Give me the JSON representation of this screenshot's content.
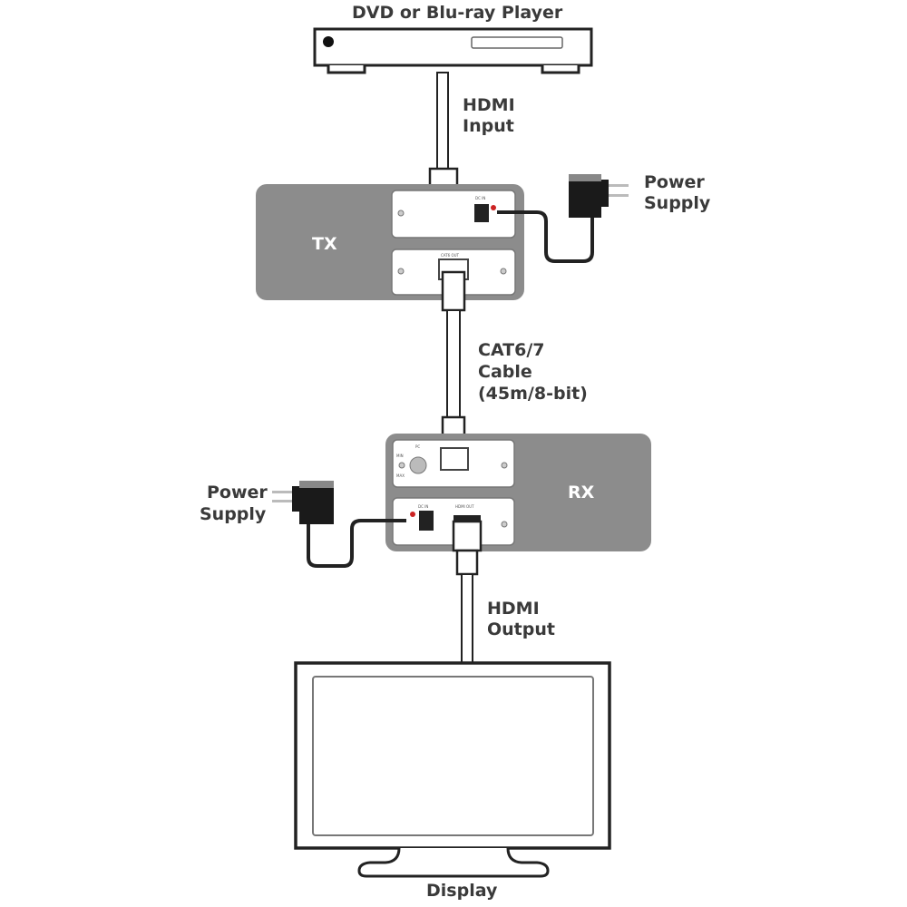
{
  "source": {
    "label": "DVD or Blu-ray Player"
  },
  "hdmi_input": {
    "line1": "HDMI",
    "line2": "Input"
  },
  "tx": {
    "label": "TX",
    "ports": {
      "dc_in": "DC IN",
      "cat_out": "CAT6 OUT"
    }
  },
  "power_supply_tx": {
    "line1": "Power",
    "line2": "Supply"
  },
  "cable": {
    "line1": "CAT6/7",
    "line2": "Cable",
    "line3": "(45m/8-bit)"
  },
  "rx": {
    "label": "RX",
    "ports": {
      "pc": "PC",
      "min": "MIN",
      "max": "MAX",
      "dc_in": "DC IN",
      "hdmi_out": "HDMI OUT"
    }
  },
  "power_supply_rx": {
    "line1": "Power",
    "line2": "Supply"
  },
  "hdmi_output": {
    "line1": "HDMI",
    "line2": "Output"
  },
  "display": {
    "label": "Display"
  },
  "colors": {
    "unit_gray": "#8c8c8c",
    "line": "#222222",
    "led": "#cc2222"
  }
}
